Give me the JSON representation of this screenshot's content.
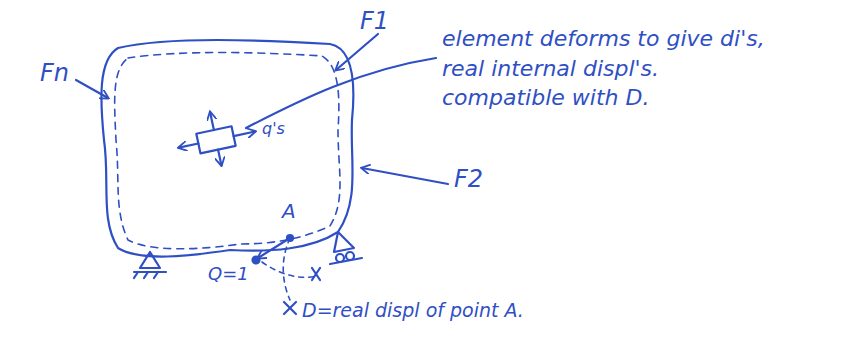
{
  "diagram": {
    "labels": [
      "F1",
      "F2",
      "Fn",
      "q's",
      "element deforms to give di's, real internal displ's. compatible with D.",
      "A",
      "Q=1",
      "D=real displ of point A."
    ]
  }
}
